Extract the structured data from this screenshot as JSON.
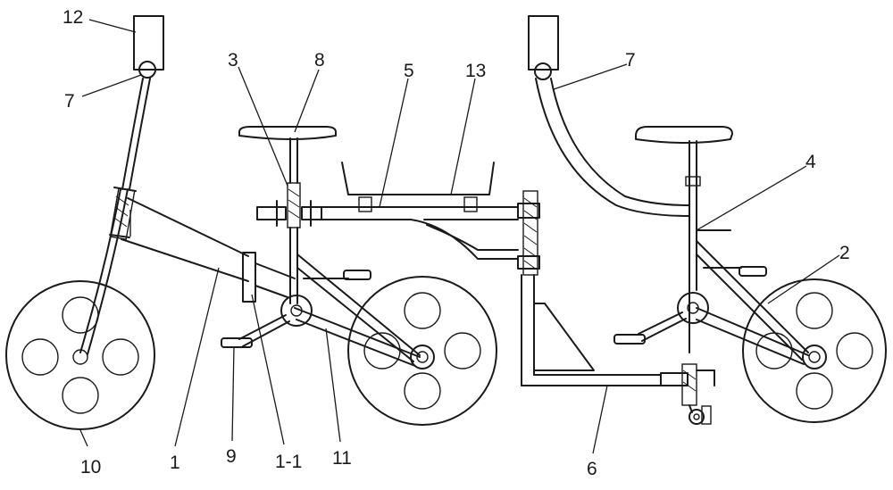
{
  "labels": {
    "l12": "12",
    "l7a": "7",
    "l3": "3",
    "l8": "8",
    "l5": "5",
    "l13": "13",
    "l7b": "7",
    "l4": "4",
    "l2": "2",
    "l10": "10",
    "l1": "1",
    "l9": "9",
    "l1_1": "1-1",
    "l11": "11",
    "l6": "6"
  }
}
